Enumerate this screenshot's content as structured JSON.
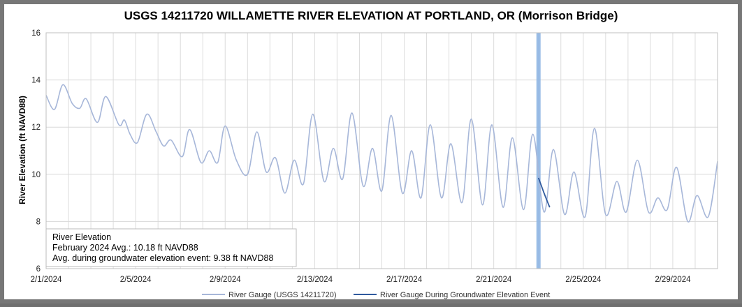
{
  "chart_data": {
    "type": "line",
    "title": "USGS 14211720 WILLAMETTE RIVER ELEVATION AT PORTLAND, OR (Morrison Bridge)",
    "ylabel": "River Elevation (ft NAVD88)",
    "xlabel": "",
    "ylim": [
      6,
      16
    ],
    "y_ticks": [
      6,
      8,
      10,
      12,
      14,
      16
    ],
    "x_range": [
      "2/1/2024",
      "3/2/2024"
    ],
    "x_tick_labels": [
      "2/1/2024",
      "2/5/2024",
      "2/9/2024",
      "2/13/2024",
      "2/17/2024",
      "2/21/2024",
      "2/25/2024",
      "2/29/2024"
    ],
    "grid": true,
    "legend_position": "bottom",
    "event_band": {
      "date": "2/23/2024",
      "color": "#8fb6e3"
    },
    "annotation": {
      "line1": "River Elevation",
      "line2": "February 2024 Avg.: 10.18 ft NAVD88",
      "line3": "Avg. during groundwater elevation event: 9.38 ft NAVD88"
    },
    "series": [
      {
        "name": "River Gauge (USGS 14211720)",
        "color": "#a7b7d9",
        "points": [
          [
            "2/1/2024 00:00",
            13.35
          ],
          [
            "2/1/2024 09:00",
            12.75
          ],
          [
            "2/1/2024 18:00",
            13.8
          ],
          [
            "2/2/2024 04:00",
            13.0
          ],
          [
            "2/2/2024 12:00",
            12.8
          ],
          [
            "2/2/2024 19:00",
            13.2
          ],
          [
            "2/3/2024 07:00",
            12.2
          ],
          [
            "2/3/2024 16:00",
            13.3
          ],
          [
            "2/4/2024 06:00",
            12.1
          ],
          [
            "2/4/2024 12:00",
            12.3
          ],
          [
            "2/4/2024 18:00",
            11.7
          ],
          [
            "2/5/2024 02:00",
            11.35
          ],
          [
            "2/5/2024 12:00",
            12.55
          ],
          [
            "2/5/2024 22:00",
            11.8
          ],
          [
            "2/6/2024 06:00",
            11.2
          ],
          [
            "2/6/2024 14:00",
            11.45
          ],
          [
            "2/7/2024 02:00",
            10.75
          ],
          [
            "2/7/2024 10:00",
            11.9
          ],
          [
            "2/7/2024 22:00",
            10.5
          ],
          [
            "2/8/2024 07:00",
            11.0
          ],
          [
            "2/8/2024 16:00",
            10.5
          ],
          [
            "2/9/2024 00:00",
            12.05
          ],
          [
            "2/9/2024 12:00",
            10.6
          ],
          [
            "2/10/2024 00:00",
            10.0
          ],
          [
            "2/10/2024 10:00",
            11.8
          ],
          [
            "2/10/2024 20:00",
            10.1
          ],
          [
            "2/11/2024 06:00",
            10.7
          ],
          [
            "2/11/2024 16:00",
            9.2
          ],
          [
            "2/12/2024 02:00",
            10.6
          ],
          [
            "2/12/2024 12:00",
            9.6
          ],
          [
            "2/12/2024 22:00",
            12.55
          ],
          [
            "2/13/2024 10:00",
            9.7
          ],
          [
            "2/13/2024 20:00",
            11.1
          ],
          [
            "2/14/2024 06:00",
            9.8
          ],
          [
            "2/14/2024 16:00",
            12.6
          ],
          [
            "2/15/2024 04:00",
            9.5
          ],
          [
            "2/15/2024 14:00",
            11.1
          ],
          [
            "2/16/2024 00:00",
            9.3
          ],
          [
            "2/16/2024 10:00",
            12.5
          ],
          [
            "2/16/2024 22:00",
            9.2
          ],
          [
            "2/17/2024 08:00",
            11.0
          ],
          [
            "2/17/2024 18:00",
            9.0
          ],
          [
            "2/18/2024 04:00",
            12.1
          ],
          [
            "2/18/2024 16:00",
            9.0
          ],
          [
            "2/19/2024 02:00",
            11.3
          ],
          [
            "2/19/2024 14:00",
            8.8
          ],
          [
            "2/20/2024 00:00",
            12.35
          ],
          [
            "2/20/2024 12:00",
            8.7
          ],
          [
            "2/20/2024 22:00",
            12.1
          ],
          [
            "2/21/2024 10:00",
            8.6
          ],
          [
            "2/21/2024 20:00",
            11.55
          ],
          [
            "2/22/2024 08:00",
            8.5
          ],
          [
            "2/22/2024 18:00",
            11.7
          ],
          [
            "2/23/2024 06:00",
            8.4
          ],
          [
            "2/23/2024 16:00",
            11.05
          ],
          [
            "2/24/2024 04:00",
            8.3
          ],
          [
            "2/24/2024 14:00",
            10.1
          ],
          [
            "2/25/2024 02:00",
            8.2
          ],
          [
            "2/25/2024 12:00",
            11.95
          ],
          [
            "2/26/2024 00:00",
            8.3
          ],
          [
            "2/26/2024 12:00",
            9.7
          ],
          [
            "2/26/2024 22:00",
            8.4
          ],
          [
            "2/27/2024 10:00",
            10.6
          ],
          [
            "2/27/2024 22:00",
            8.4
          ],
          [
            "2/28/2024 08:00",
            9.0
          ],
          [
            "2/28/2024 18:00",
            8.5
          ],
          [
            "2/29/2024 04:00",
            10.3
          ],
          [
            "2/29/2024 16:00",
            8.0
          ],
          [
            "3/1/2024 02:00",
            9.1
          ],
          [
            "3/1/2024 14:00",
            8.2
          ],
          [
            "3/2/2024 00:00",
            10.55
          ]
        ]
      },
      {
        "name": "River Gauge During Groundwater Elevation Event",
        "color": "#2f5a9e",
        "points": [
          [
            "2/23/2024 00:00",
            9.85
          ],
          [
            "2/23/2024 06:00",
            9.2
          ],
          [
            "2/23/2024 12:00",
            8.6
          ]
        ]
      }
    ]
  }
}
